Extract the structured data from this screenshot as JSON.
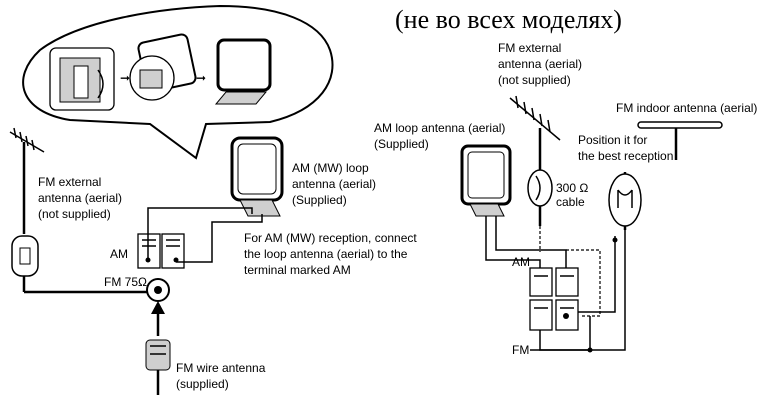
{
  "title": "(не во всех моделях)",
  "left": {
    "fm_external_lines": [
      "FM external",
      "antenna (aerial)",
      "(not supplied)"
    ],
    "am_loop_lines": [
      "AM (MW) loop",
      "antenna (aerial)",
      "(Supplied)"
    ],
    "am_terminal": "AM",
    "fm_terminal": "FM 75Ω",
    "instruction_lines": [
      "For AM (MW) reception, connect",
      "the loop antenna (aerial) to the",
      "terminal marked AM"
    ],
    "fm_wire_lines": [
      "FM wire antenna",
      "(supplied)"
    ]
  },
  "right": {
    "fm_external_lines": [
      "FM external",
      "antenna (aerial)",
      "(not supplied)"
    ],
    "fm_indoor": "FM indoor antenna (aerial)",
    "am_loop_lines": [
      "AM loop antenna (aerial)",
      "(Supplied)"
    ],
    "position_lines": [
      "Position it for",
      "the best reception"
    ],
    "cable_lines": [
      "300 Ω",
      "cable"
    ],
    "am_terminal": "AM",
    "fm_terminal": "FM"
  }
}
